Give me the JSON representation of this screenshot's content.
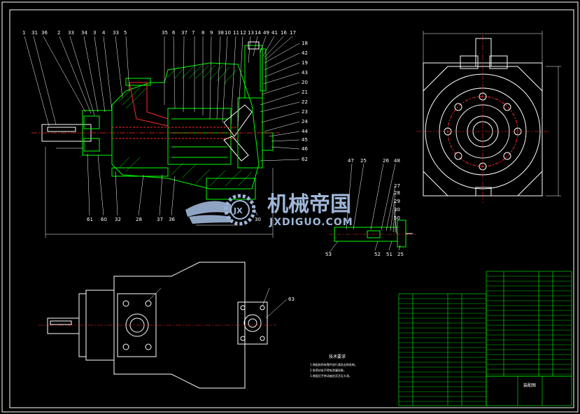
{
  "drawing": {
    "colors": {
      "background": "#000000",
      "frame": "#ffffff",
      "part_outline": "#00ff00",
      "hatch": "#00ff00",
      "centerline": "#ff2a2a",
      "hidden_line": "#ff2a2a",
      "callout": "#ffffff",
      "table_line": "#00ff00",
      "table_text": "#ffffff",
      "watermark": "#9fb6d8"
    },
    "callouts_top": [
      "1",
      "31",
      "36",
      "2",
      "33",
      "34",
      "3",
      "4",
      "33",
      "5",
      "35",
      "6",
      "37",
      "7",
      "8",
      "9",
      "38",
      "10",
      "11",
      "12",
      "13",
      "14",
      "49",
      "41",
      "16",
      "17"
    ],
    "callouts_right": [
      "18",
      "42",
      "19",
      "43",
      "20",
      "21",
      "22",
      "23",
      "24",
      "44",
      "45",
      "46",
      "62"
    ],
    "callouts_bottom": [
      "61",
      "60",
      "32",
      "28",
      "37",
      "36",
      "30"
    ],
    "callouts_detail": [
      "47",
      "25",
      "26",
      "48",
      "27",
      "28",
      "29",
      "30",
      "50",
      "53",
      "52",
      "51",
      "25"
    ],
    "callout_side_view": "63",
    "watermark": {
      "text_cn": "机械帝国",
      "text_en": "JXDIGUO.COM",
      "badge_letters": "JX"
    },
    "technical_notes": {
      "title": "技术要求",
      "lines": [
        "1.装配前所有零件进行清洗去除毛刺。",
        "2.各密封处不得有渗漏现象。",
        "3.装配后手转动轴应灵活无卡滞。"
      ]
    },
    "title_block": {
      "title": "装配图"
    }
  }
}
